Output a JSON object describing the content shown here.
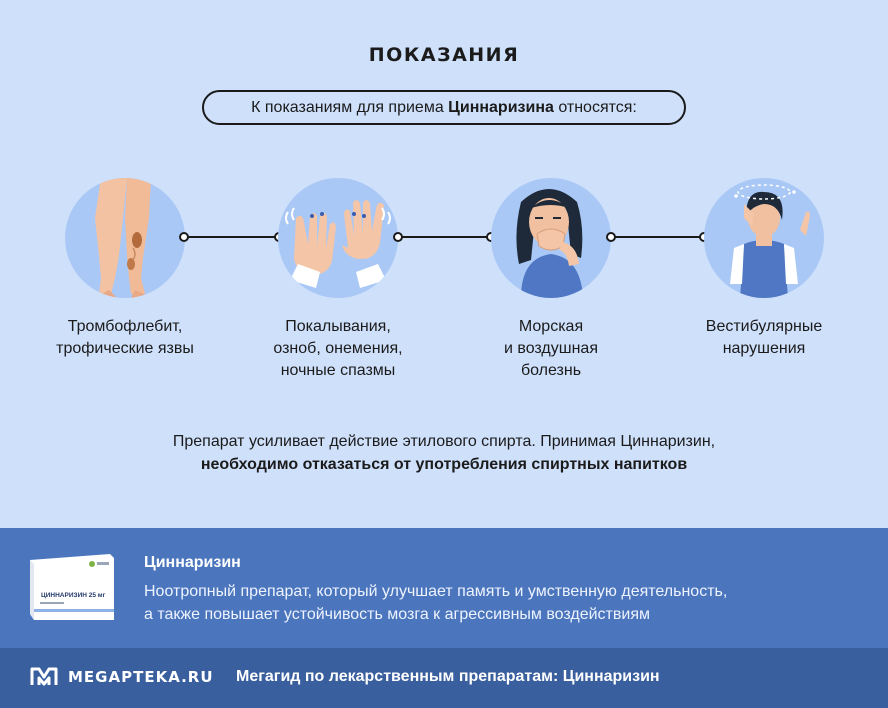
{
  "heading": "ПОКАЗАНИЯ",
  "intro": {
    "prefix": "К показаниям для приема ",
    "drug": "Циннаризина",
    "suffix": " относятся:"
  },
  "indications": [
    {
      "icon": "legs-icon",
      "lines": [
        "Тромбофлебит,",
        "трофические язвы"
      ]
    },
    {
      "icon": "shaking-hands-icon",
      "lines": [
        "Покалывания,",
        "озноб, онемения,",
        "ночные спазмы"
      ]
    },
    {
      "icon": "nauseous-woman-icon",
      "lines": [
        "Морская",
        "и воздушная",
        "болезнь"
      ]
    },
    {
      "icon": "dizzy-woman-icon",
      "lines": [
        "Вестибулярные",
        "нарушения"
      ]
    }
  ],
  "warning": {
    "line1": "Препарат усиливает действие этилового спирта. Принимая Циннаризин,",
    "line2": "необходимо отказаться от употребления спиртных напитков"
  },
  "drug_card": {
    "name": "Циннаризин",
    "description_line1": "Ноотропный препарат, который улучшает память и умственную деятельность,",
    "description_line2": "а также повышает устойчивость мозга к агрессивным воздействиям",
    "package_label": "ЦИННАРИЗИН 25 мг"
  },
  "footer": {
    "brand": "MEGAPTEKA.RU",
    "text": "Мегагид по лекарственным препаратам: Циннаризин"
  },
  "colors": {
    "background": "#cfe0fb",
    "circle": "#a9c8f6",
    "drug_band": "#4b76bd",
    "footer": "#3a5f9f"
  }
}
